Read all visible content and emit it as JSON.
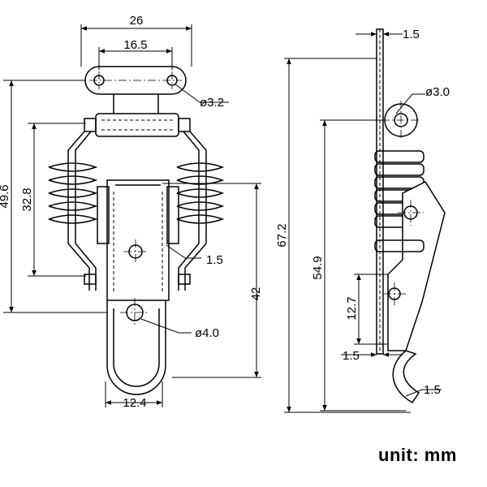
{
  "dimensions": {
    "top_width": "26",
    "hole_spacing": "16.5",
    "hole_diameter_top": "ø3.2",
    "total_height": "49.6",
    "spring_height": "32.8",
    "wire_thickness": "1.5",
    "hook_length": "42",
    "hole_diameter_bottom": "ø4.0",
    "bottom_width": "12.4",
    "side_thickness_top": "1.5",
    "pin_diameter": "ø3.0",
    "overall_height": "67.2",
    "side_height": "54.9",
    "hole_offset": "12.7",
    "side_thickness_mid": "1.5",
    "hook_thickness": "1.5"
  },
  "unit_label": "unit:  mm"
}
